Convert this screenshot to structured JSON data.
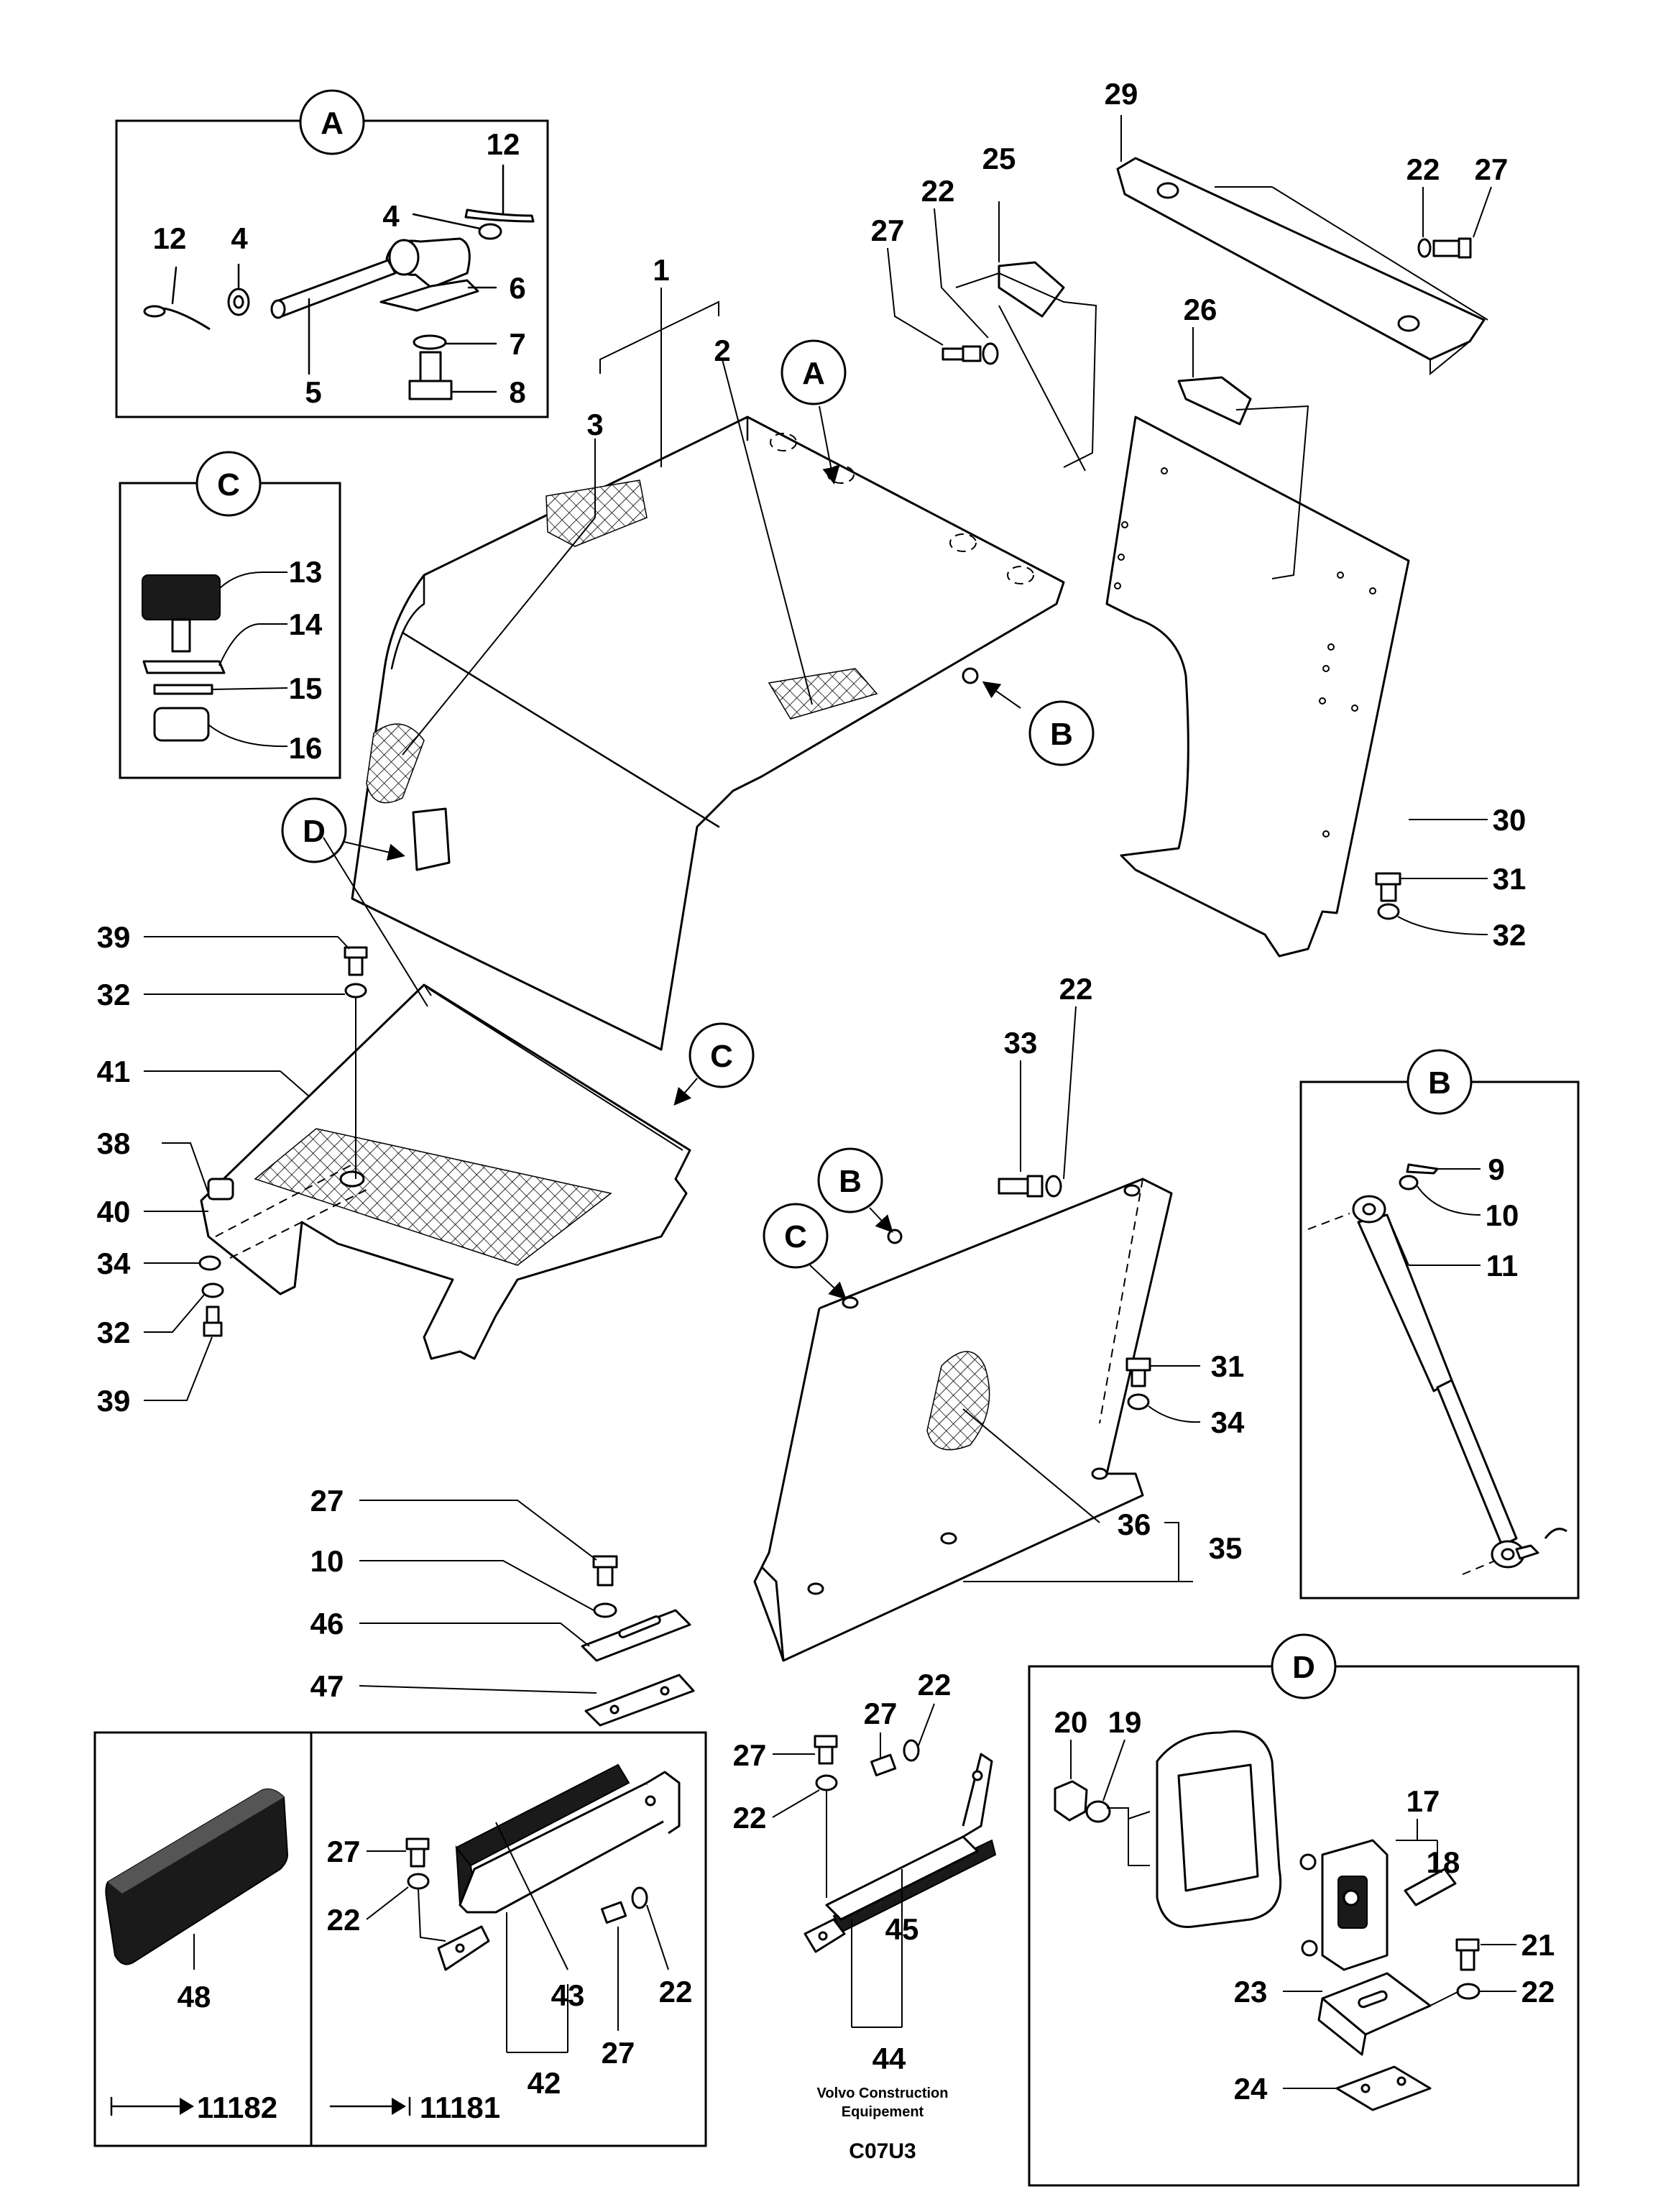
{
  "detail_letters": {
    "A": "A",
    "B": "B",
    "C": "C",
    "D": "D"
  },
  "labels": {
    "p1": "1",
    "p2": "2",
    "p3": "3",
    "p4": "4",
    "p5": "5",
    "p6": "6",
    "p7": "7",
    "p8": "8",
    "p9": "9",
    "p10": "10",
    "p11": "11",
    "p12": "12",
    "p13": "13",
    "p14": "14",
    "p15": "15",
    "p16": "16",
    "p17": "17",
    "p18": "18",
    "p19": "19",
    "p20": "20",
    "p21": "21",
    "p22": "22",
    "p23": "23",
    "p24": "24",
    "p25": "25",
    "p26": "26",
    "p27": "27",
    "p29": "29",
    "p30": "30",
    "p31": "31",
    "p32": "32",
    "p33": "33",
    "p34": "34",
    "p35": "35",
    "p36": "36",
    "p38": "38",
    "p39": "39",
    "p40": "40",
    "p41": "41",
    "p42": "42",
    "p43": "43",
    "p44": "44",
    "p45": "45",
    "p46": "46",
    "p47": "47",
    "p48": "48"
  },
  "serials": {
    "from_serial": "11182",
    "to_serial": "11181"
  },
  "footer": {
    "company_line1": "Volvo Construction",
    "company_line2": "Equipement",
    "figure_code": "C07U3"
  }
}
